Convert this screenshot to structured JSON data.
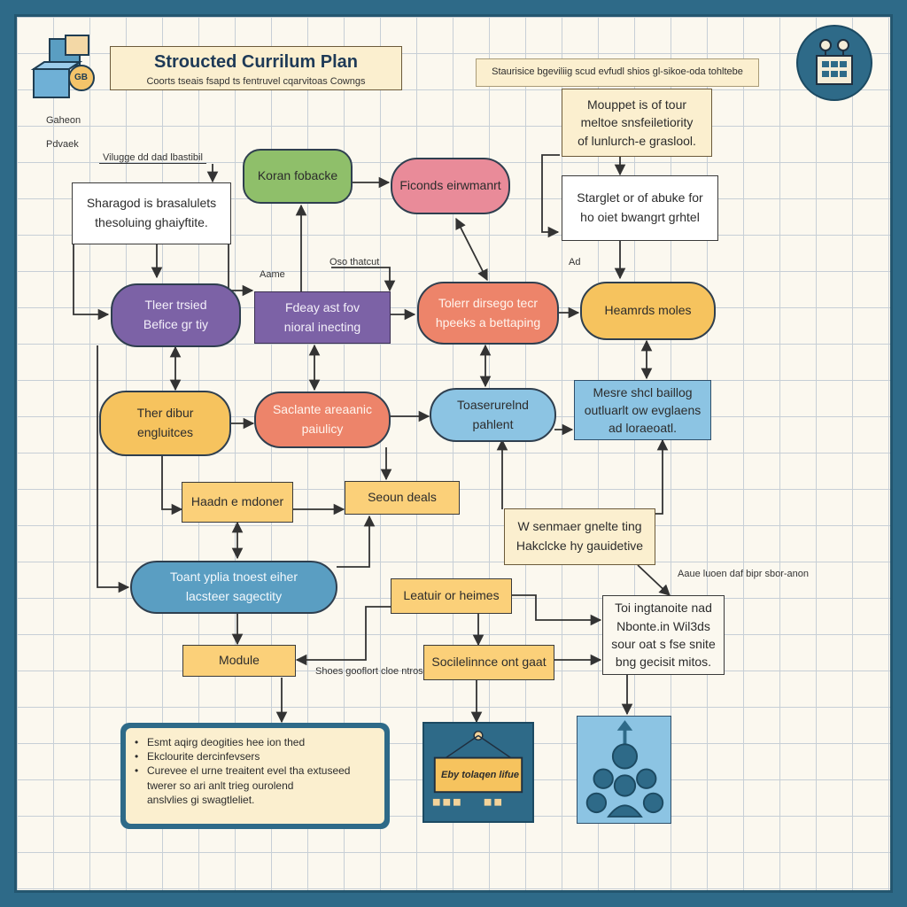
{
  "header": {
    "title": "Stroucted Currilum Plan",
    "subtitle": "Coorts tseais  fsapd  ts fentruvel  cqarvitoas  Cowngs",
    "banner": "Staurisice bgeviliig  scud  evfudl shios  gl-sikoe-oda  tohltebe",
    "side_label_1": "Gaheon",
    "side_label_2": "Pdvaek",
    "logo_badge": "GB"
  },
  "nodes": {
    "top_note": "Vilugge dd dad lbastibil",
    "box_left": "Sharagod  is  brasalulets\nthesoluing  ghaiyftite.",
    "green": "Koran  fobacke",
    "pink": "Ficonds eirwmanrt",
    "note_right": "Mouppet  is  of  tour\nmeltoe  snsfeiletiority\nof  lunlurch-e  graslool.",
    "box_right": "Starglet  or  of  abuke  for\nho  oiet  bwangrt  grhtel",
    "purple1": "Tleer  trsied\nBefice gr  tiy",
    "purple2": "Fdeay  ast  fov\nnioral  inecting",
    "label_anme": "Aame",
    "label_oso": "Oso  thatcut",
    "coral1": "Tolerr  dirsego  tecr\nhpeeks  a  bettaping",
    "orange_right": "Heamrds  moles",
    "orange2": "Ther  dibur\nengluitces",
    "coral2": "Saclante  areaanic\npaiulicy",
    "blue1": "Toaserurelnd\npahlent",
    "blue_right": "Mesre  shcl baillog\noutluarlt  ow  evglaens\nad  loraeoatl.",
    "yel1": "Haadn  e  mdoner",
    "yel2": "Seoun  deals",
    "note_mid": "W  senmaer  gnelte  ting\nHakclcke  hy  gauidetive",
    "label_right": "Aaue  luoen  daf  bipr  sbor-anon",
    "blue2": "Toant  yplia  tnoest  eiher\nlacsteer  sagectity",
    "yel3": "Leatuir  or  heimes",
    "box_right2": "Toi  ingtanoite  nad\nNbonte.in  Wil3ds\nsour  oat  s  fse  snite\nbng  gecisit  mitos.",
    "module": "Module",
    "yel4": "Socilelinnce  ont  gaat",
    "label_mid": "Shoes  gooflort  cloe  ntrosce"
  },
  "bottom_list": {
    "items": [
      "Esmt  aqirg  deogities  hee  ion  thed",
      "Ekclourite  dercinfevsers",
      "Curevee  el  urne  treaitent  evel  tha  extuseed\ntwerer  so  ari  anlt  trieg  ourolend\nanslvlies  gi  swagtleliet."
    ]
  },
  "sign_text": "Eby  tolaqen  lifue",
  "colors": {
    "frame": "#2e6a88",
    "green": "#8fbf6a",
    "pink": "#e98b99",
    "purple": "#7c62a6",
    "coral": "#ed846a",
    "orange": "#f6c35e",
    "blue": "#8cc4e3",
    "teal": "#5a9ec2",
    "yellow": "#fbd079"
  },
  "icons": {
    "top_left": "blocks-icon",
    "top_right": "schoolhouse-icon",
    "bottom_center": "sign-icon",
    "bottom_right": "people-growth-icon"
  }
}
